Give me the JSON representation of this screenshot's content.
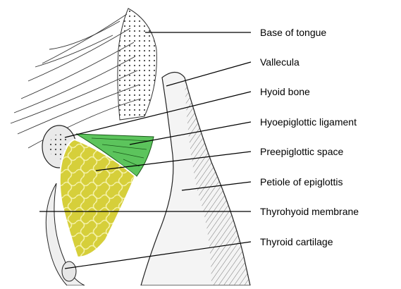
{
  "figure": {
    "labels": [
      "Base of tongue",
      "Vallecula",
      "Hyoid bone",
      "Hyoepiglottic ligament",
      "Preepiglottic space",
      "Petiole of epiglottis",
      "Thyrohyoid membrane",
      "Thyroid cartilage"
    ]
  },
  "colors": {
    "ligament_fill": "#5cc45c",
    "space_fill": "#d6cf3a",
    "tissue_fill": "#f4f4f4",
    "ink": "#000000"
  }
}
